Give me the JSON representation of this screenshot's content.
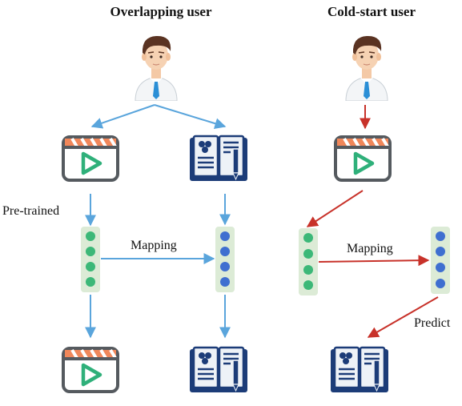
{
  "titles": {
    "overlapping": "Overlapping user",
    "cold_start": "Cold-start user"
  },
  "labels": {
    "pretrained": "Pre-trained",
    "mapping_left": "Mapping",
    "mapping_right": "Mapping",
    "predict": "Predict"
  },
  "colors": {
    "blue_arrow": "#5aa5dc",
    "red_arrow": "#c8322a",
    "green_dot": "#3cb878",
    "blue_dot": "#3f6fd0",
    "vector_bg": "#dcebd6",
    "video_stroke": "#555a5f",
    "video_stripe": "#f0875a",
    "play_green": "#2fb07a",
    "book_fill": "#1c3c78",
    "book_page": "#eef2f7"
  },
  "icons": [
    "user-icon",
    "video-icon",
    "book-icon"
  ]
}
